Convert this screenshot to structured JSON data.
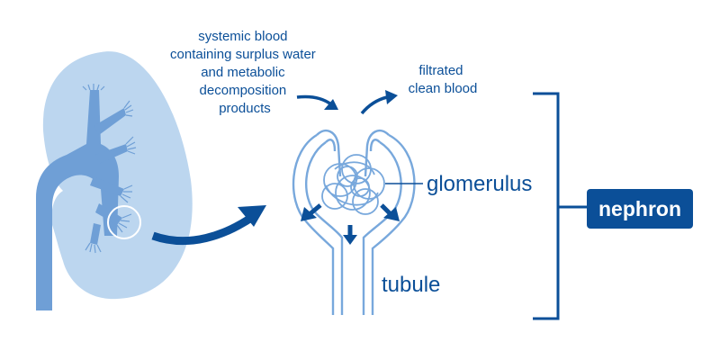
{
  "labels": {
    "systemic_blood": [
      "systemic blood",
      "containing surplus water",
      "and metabolic",
      "decomposition",
      "products"
    ],
    "filtrated_blood": [
      "filtrated",
      "clean blood"
    ],
    "glomerulus": "glomerulus",
    "tubule": "tubule",
    "nephron": "nephron"
  },
  "colors": {
    "kidney_fill": "#bcd6ef",
    "pelvis": "#6f9fd6",
    "tube_line": "#78a8dc",
    "dark_blue": "#0b4f98",
    "pill_bg": "#0b4f98",
    "pill_text": "#ffffff"
  }
}
